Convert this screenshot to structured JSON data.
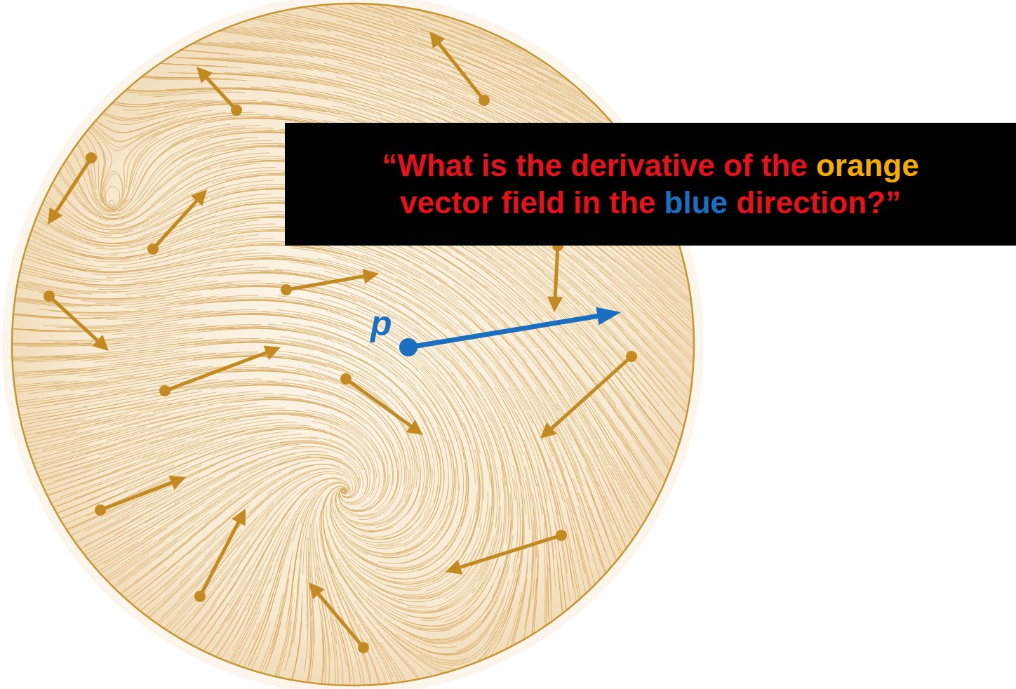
{
  "diagram": {
    "nodes": [
      {
        "text": [
          "“What is the derivative of the",
          "orange",
          "vector field in the",
          "blue",
          "direction?”"
        ]
      }
    ],
    "labels": [
      "p"
    ]
  }
}
